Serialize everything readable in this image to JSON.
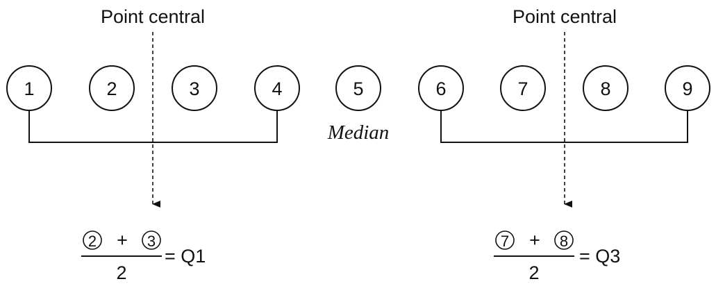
{
  "labels": {
    "point_central_left": "Point central",
    "point_central_right": "Point central",
    "median": "Median"
  },
  "values": [
    "1",
    "2",
    "3",
    "4",
    "5",
    "6",
    "7",
    "8",
    "9"
  ],
  "formula_left": {
    "term_a": "2",
    "plus": "+",
    "term_b": "3",
    "denominator": "2",
    "equals": "= Q1"
  },
  "formula_right": {
    "term_a": "7",
    "plus": "+",
    "term_b": "8",
    "denominator": "2",
    "equals": "= Q3"
  }
}
